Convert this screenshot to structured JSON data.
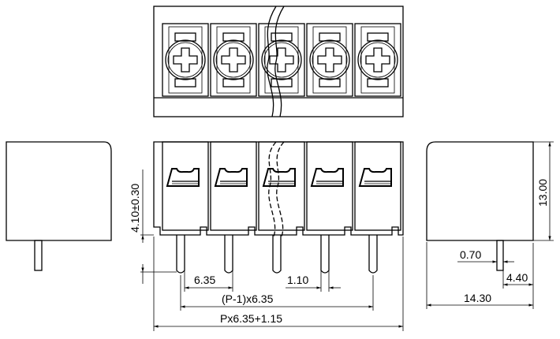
{
  "drawing": {
    "type": "terminal-block-technical-drawing",
    "views": [
      "top-view",
      "front-view",
      "left-side-view",
      "right-side-view"
    ],
    "positions_shown": 5,
    "dimensions": {
      "pin_height": "4.10±0.30",
      "pitch": "6.35",
      "pin_offset": "1.10",
      "span_pitch": "(P-1)x6.35",
      "overall_length": "Px6.35+1.15",
      "pin_width": "0.70",
      "pin_depth": "4.40",
      "body_depth": "14.30",
      "body_height": "13.00"
    }
  }
}
